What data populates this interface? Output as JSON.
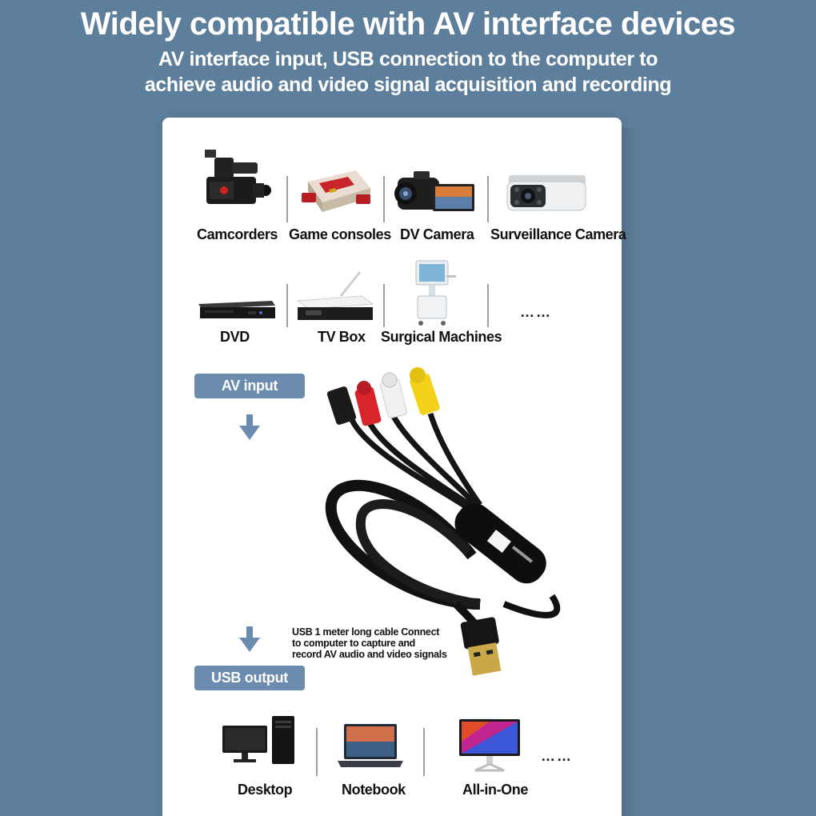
{
  "header": {
    "title": "Widely compatible with AV interface devices",
    "subtitle_line1": "AV interface input, USB connection to the computer to",
    "subtitle_line2": "achieve audio and video signal acquisition and recording"
  },
  "input_devices": [
    {
      "label": "Camcorders",
      "icon": "camcorder-icon"
    },
    {
      "label": "Game consoles",
      "icon": "game-console-icon"
    },
    {
      "label": "DV Camera",
      "icon": "dv-camera-icon"
    },
    {
      "label": "Surveillance Camera",
      "icon": "surveillance-camera-icon"
    },
    {
      "label": "DVD",
      "icon": "dvd-player-icon"
    },
    {
      "label": "TV Box",
      "icon": "tv-box-icon"
    },
    {
      "label": "Surgical Machines",
      "icon": "surgical-machine-icon"
    }
  ],
  "more_input": "……",
  "av_input_label": "AV input",
  "usb_output_label": "USB output",
  "cable_note": [
    "USB 1 meter long cable Connect",
    "to computer to capture and",
    "record AV audio and video signals"
  ],
  "output_devices": [
    {
      "label": "Desktop",
      "icon": "desktop-computer-icon"
    },
    {
      "label": "Notebook",
      "icon": "laptop-icon"
    },
    {
      "label": "All-in-One",
      "icon": "all-in-one-pc-icon"
    }
  ],
  "more_output": "……",
  "colors": {
    "background": "#5e7f9c",
    "pill": "#6b8cae",
    "rca_yellow": "#f2d21b",
    "rca_red": "#d8242b",
    "rca_white": "#f1f1f1"
  }
}
